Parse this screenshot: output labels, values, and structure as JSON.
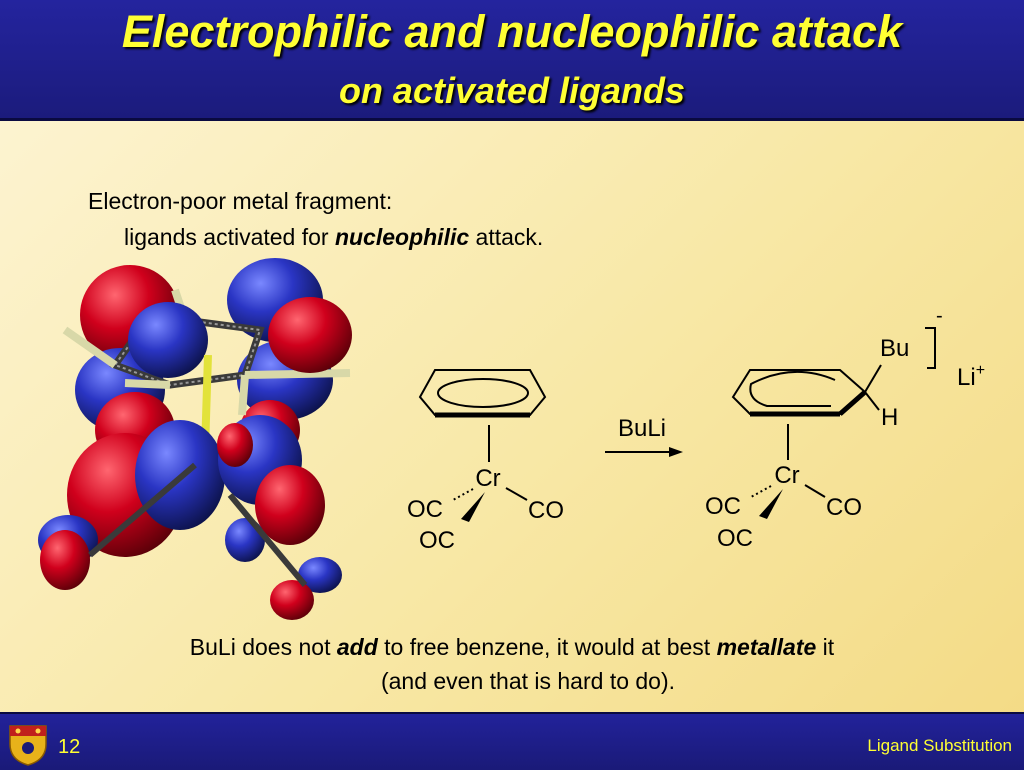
{
  "title": {
    "line1": "Electrophilic and nucleophilic attack",
    "line2": "on activated ligands"
  },
  "intro": {
    "line1": "Electron-poor metal fragment:",
    "line2_prefix": "ligands activated for ",
    "line2_emphasis": "nucleophilic",
    "line2_suffix": " attack."
  },
  "reaction": {
    "reactant_metal": "Cr",
    "ligand_oc_left": "OC",
    "ligand_co_right": "CO",
    "ligand_oc_bottom": "OC",
    "reagent": "BuLi",
    "product_metal": "Cr",
    "product_oc_left": "OC",
    "product_co_right": "CO",
    "product_oc_bottom": "OC",
    "substituent_bu": "Bu",
    "substituent_h": "H",
    "charge": "-",
    "counterion": "Li",
    "counterion_charge": "+"
  },
  "conclusion": {
    "line1_a": "BuLi does not ",
    "line1_b": "add",
    "line1_c": " to free benzene, it would at best ",
    "line1_d": "metallate",
    "line1_e": " it",
    "line2": "(and even that is hard to do)."
  },
  "footer": {
    "page_number": "12",
    "section": "Ligand Substitution"
  },
  "colors": {
    "title_bg": "#1b1b7c",
    "title_text": "#ffff33",
    "orbital_red": "#c8001a",
    "orbital_blue": "#2233bb"
  }
}
